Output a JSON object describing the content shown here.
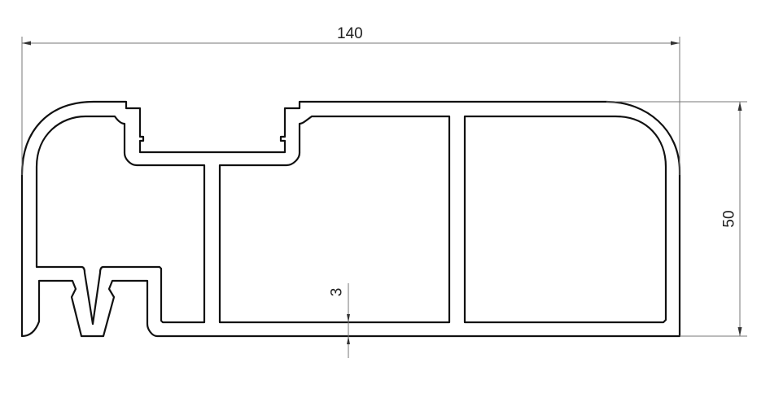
{
  "drawing": {
    "dimensions": {
      "width": "140",
      "height": "50",
      "wall_thickness": "3"
    },
    "colors": {
      "outline": "#111111",
      "dimension_line": "#777777"
    }
  }
}
